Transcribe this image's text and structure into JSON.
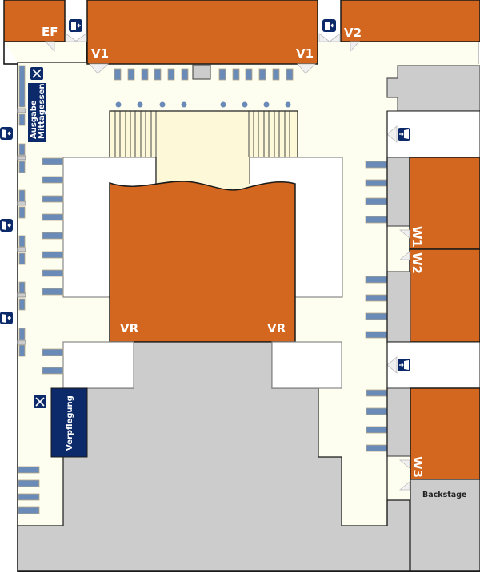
{
  "map": {
    "title": "Floor plan",
    "colors": {
      "room": "#d3671f",
      "floor": "#fefef0",
      "service": "#cccccc",
      "stall": "#6a8ab8",
      "sign": "#0c2a6a"
    },
    "rooms": {
      "ef": "EF",
      "v1_left": "V1",
      "v1_right": "V1",
      "v2": "V2",
      "vr_left": "VR",
      "vr_right": "VR",
      "w1": "W1",
      "w2": "W2",
      "w3": "W3",
      "backstage": "Backstage"
    },
    "signs": {
      "lunch_line1": "Ausgabe",
      "lunch_line2": "Mittagessen",
      "catering": "Verpflegung"
    },
    "icons": {
      "exit": "exit-door-icon",
      "food": "cutlery-icon"
    }
  }
}
